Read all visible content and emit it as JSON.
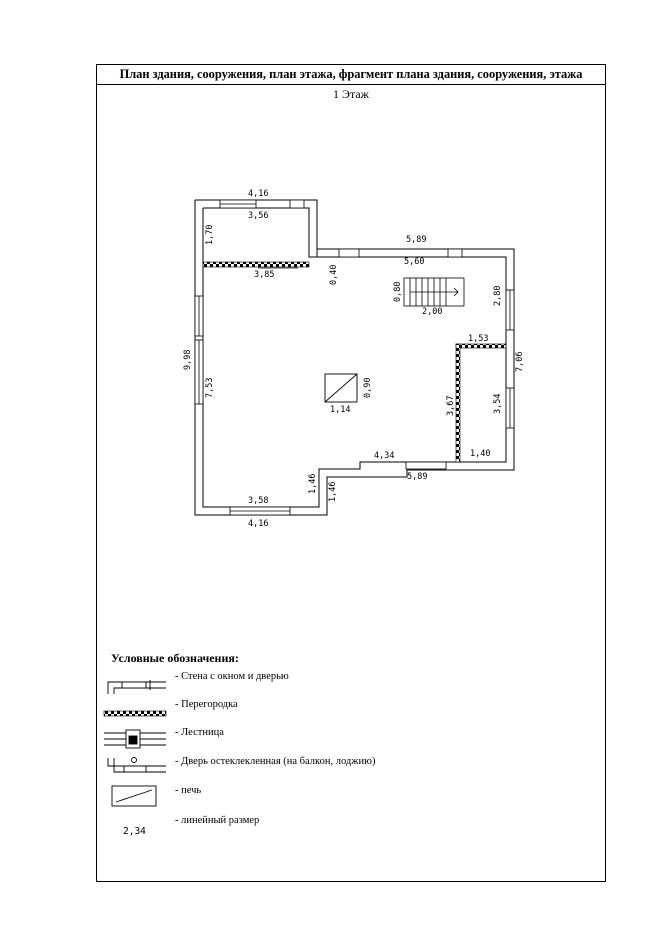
{
  "title": "План здания, сооружения, план этажа, фрагмент плана здания, сооружения, этажа",
  "floor_label": "1 Этаж",
  "dimensions": {
    "top_ext": "4,16",
    "top_int": "3,56",
    "left_upper": "1,70",
    "partition": "3,85",
    "step_040": "0,40",
    "right_top_ext": "5,89",
    "right_top_int": "5,60",
    "stairs_h": "0,80",
    "stairs_w": "2,00",
    "right_wall_int": "2,80",
    "notch_w": "1,53",
    "right_ext": "7,06",
    "left_ext": "9,98",
    "left_int": "7,53",
    "stove_h": "0,90",
    "stove_w": "1,14",
    "notch_partition": "3,67",
    "right_lower": "3,54",
    "bottom_right_int": "4,34",
    "notch_bottom": "1,40",
    "bottom_right_ext": "5,89",
    "step_a": "1,46",
    "step_b": "1,46",
    "bottom_int": "3,58",
    "bottom_ext": "4,16"
  },
  "legend": {
    "title": "Условные обозначения:",
    "items": [
      {
        "symbol": "wall-window-door",
        "label": "- Стена с окном и дверью"
      },
      {
        "symbol": "partition",
        "label": "- Перегородка"
      },
      {
        "symbol": "staircase",
        "label": "- Лестница"
      },
      {
        "symbol": "glazed-door",
        "label": "- Дверь остеклекленная (на балкон, лоджию)"
      },
      {
        "symbol": "stove",
        "label": "- печь"
      },
      {
        "symbol": "linear-dimension",
        "label": "- линейный размер",
        "sample": "2,34"
      }
    ]
  }
}
